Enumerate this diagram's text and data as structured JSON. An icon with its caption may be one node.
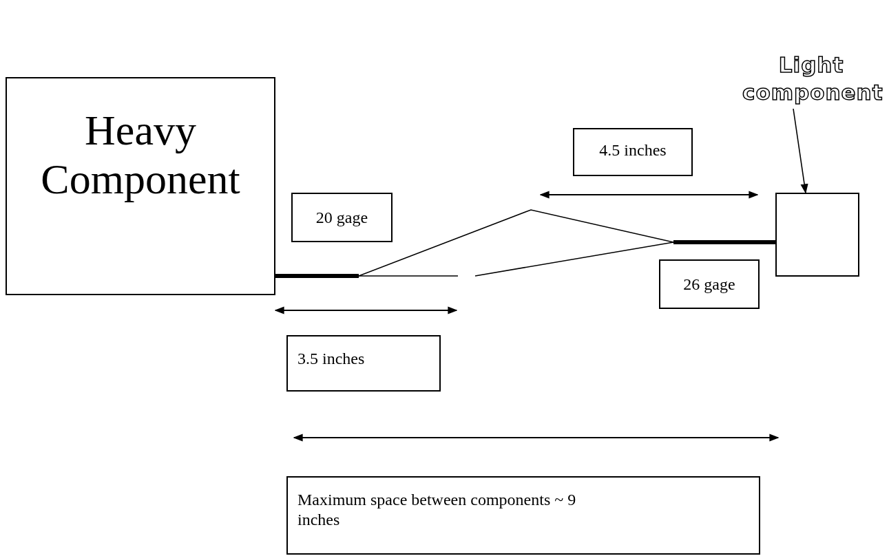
{
  "diagram": {
    "nodes": [
      {
        "text": [
          "Heavy Component"
        ]
      },
      {
        "text": [
          "20 gage"
        ]
      },
      {
        "text": [
          "4.5 inches"
        ]
      },
      {
        "text": [
          "Light component"
        ]
      },
      {
        "text": [],
        "shape": "box"
      },
      {
        "text": [
          "26 gage"
        ]
      },
      {
        "text": [
          "3.5 inches"
        ]
      },
      {
        "text": [
          "Maximum space between components ~ 9 inches"
        ]
      }
    ],
    "edges": [
      {
        "from": 0,
        "to": 4,
        "arrow": "none"
      },
      {
        "from": 3,
        "to": 4,
        "arrow": "to"
      }
    ]
  }
}
